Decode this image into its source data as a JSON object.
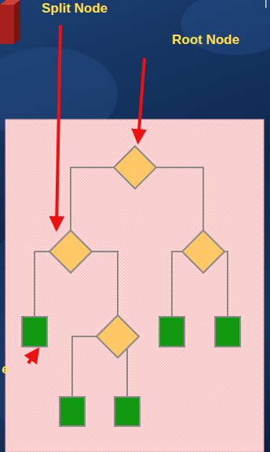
{
  "diagram": {
    "labels": [
      "Split Node",
      "Root Node",
      "e"
    ]
  }
}
